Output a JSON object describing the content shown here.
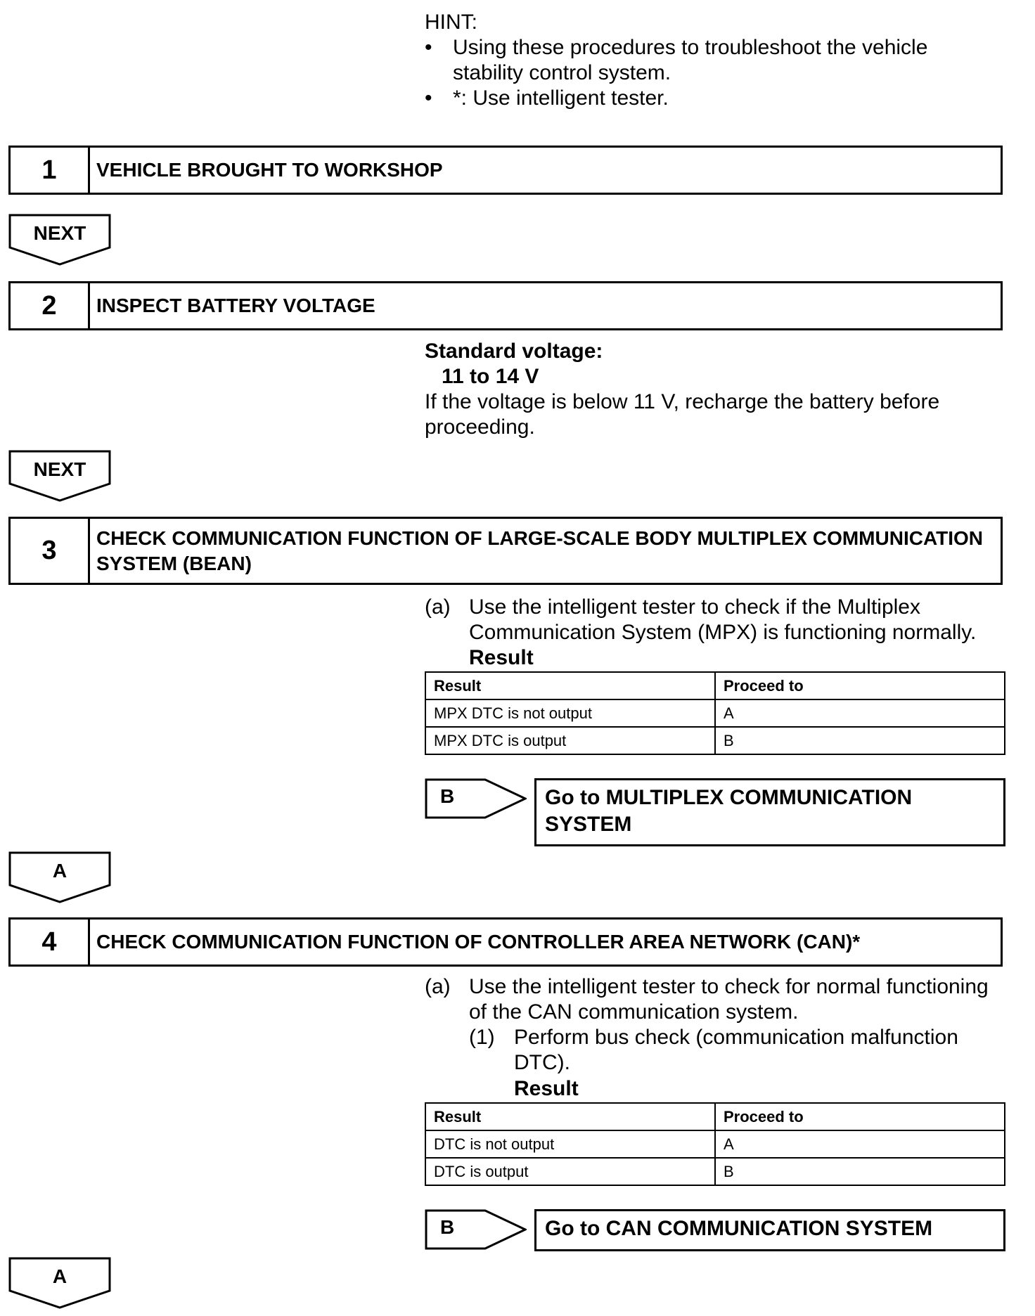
{
  "hint": {
    "title": "HINT:",
    "bullets": [
      {
        "mark": "•",
        "text": "Using these procedures to troubleshoot the vehicle stability control system."
      },
      {
        "mark": "•",
        "text": "*: Use intelligent tester."
      }
    ]
  },
  "steps": [
    {
      "number": "1",
      "title": "VEHICLE BROUGHT TO WORKSHOP"
    },
    {
      "number": "2",
      "title": "INSPECT BATTERY VOLTAGE"
    },
    {
      "number": "3",
      "title": "CHECK COMMUNICATION FUNCTION OF LARGE-SCALE BODY MULTIPLEX COMMUNICATION SYSTEM (BEAN)"
    },
    {
      "number": "4",
      "title": "CHECK COMMUNICATION FUNCTION OF CONTROLLER AREA NETWORK (CAN)*"
    }
  ],
  "arrows": {
    "next1": "NEXT",
    "next2": "NEXT",
    "a1": "A",
    "a2": "A"
  },
  "step2": {
    "standard_label": "Standard voltage:",
    "standard_value": "11 to 14 V",
    "note": "If the voltage is below 11 V, recharge the battery before proceeding."
  },
  "step3": {
    "item_label": "(a)",
    "item_text": "Use the intelligent tester to check if the Multiplex Communication System (MPX) is functioning normally.",
    "result_title": "Result",
    "table": {
      "headers": [
        "Result",
        "Proceed to"
      ],
      "rows": [
        [
          "MPX DTC is not output",
          "A"
        ],
        [
          "MPX DTC is output",
          "B"
        ]
      ]
    },
    "branch_label": "B",
    "branch_target": "Go to MULTIPLEX COMMUNICATION SYSTEM"
  },
  "step4": {
    "item_label": "(a)",
    "item_text": "Use the intelligent tester to check for normal functioning of the CAN communication system.",
    "sub_label": "(1)",
    "sub_text": "Perform bus check (communication malfunction DTC).",
    "result_title": "Result",
    "table": {
      "headers": [
        "Result",
        "Proceed to"
      ],
      "rows": [
        [
          "DTC is not output",
          "A"
        ],
        [
          "DTC is output",
          "B"
        ]
      ]
    },
    "branch_label": "B",
    "branch_target": "Go to CAN COMMUNICATION SYSTEM"
  }
}
